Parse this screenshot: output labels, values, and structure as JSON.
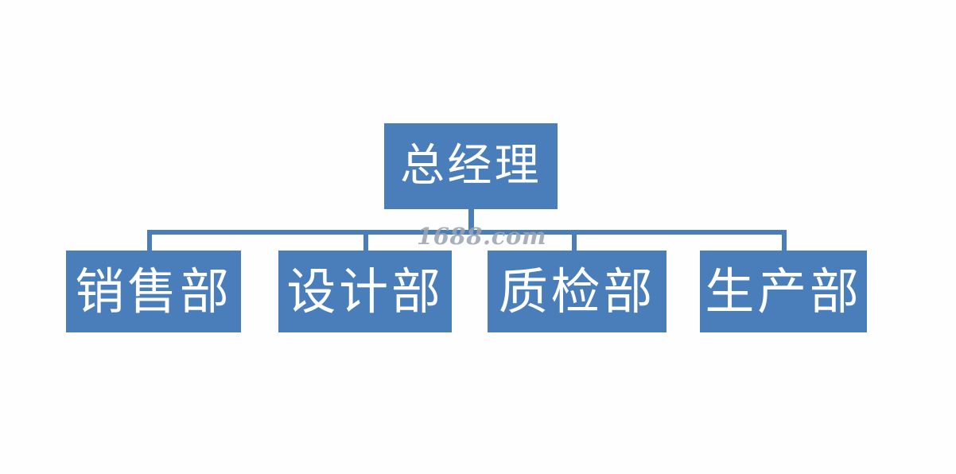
{
  "diagram": {
    "type": "org-chart",
    "background_color": "#fefefe",
    "node_fill_color": "#4a7ebb",
    "node_text_color": "#ffffff",
    "connector_color": "#4a7ebb",
    "root": {
      "label": "总经理"
    },
    "children": [
      {
        "label": "销售部"
      },
      {
        "label": "设计部"
      },
      {
        "label": "质检部"
      },
      {
        "label": "生产部"
      }
    ]
  },
  "watermark": {
    "text": "1688.com",
    "color": "#9aa3b0"
  }
}
